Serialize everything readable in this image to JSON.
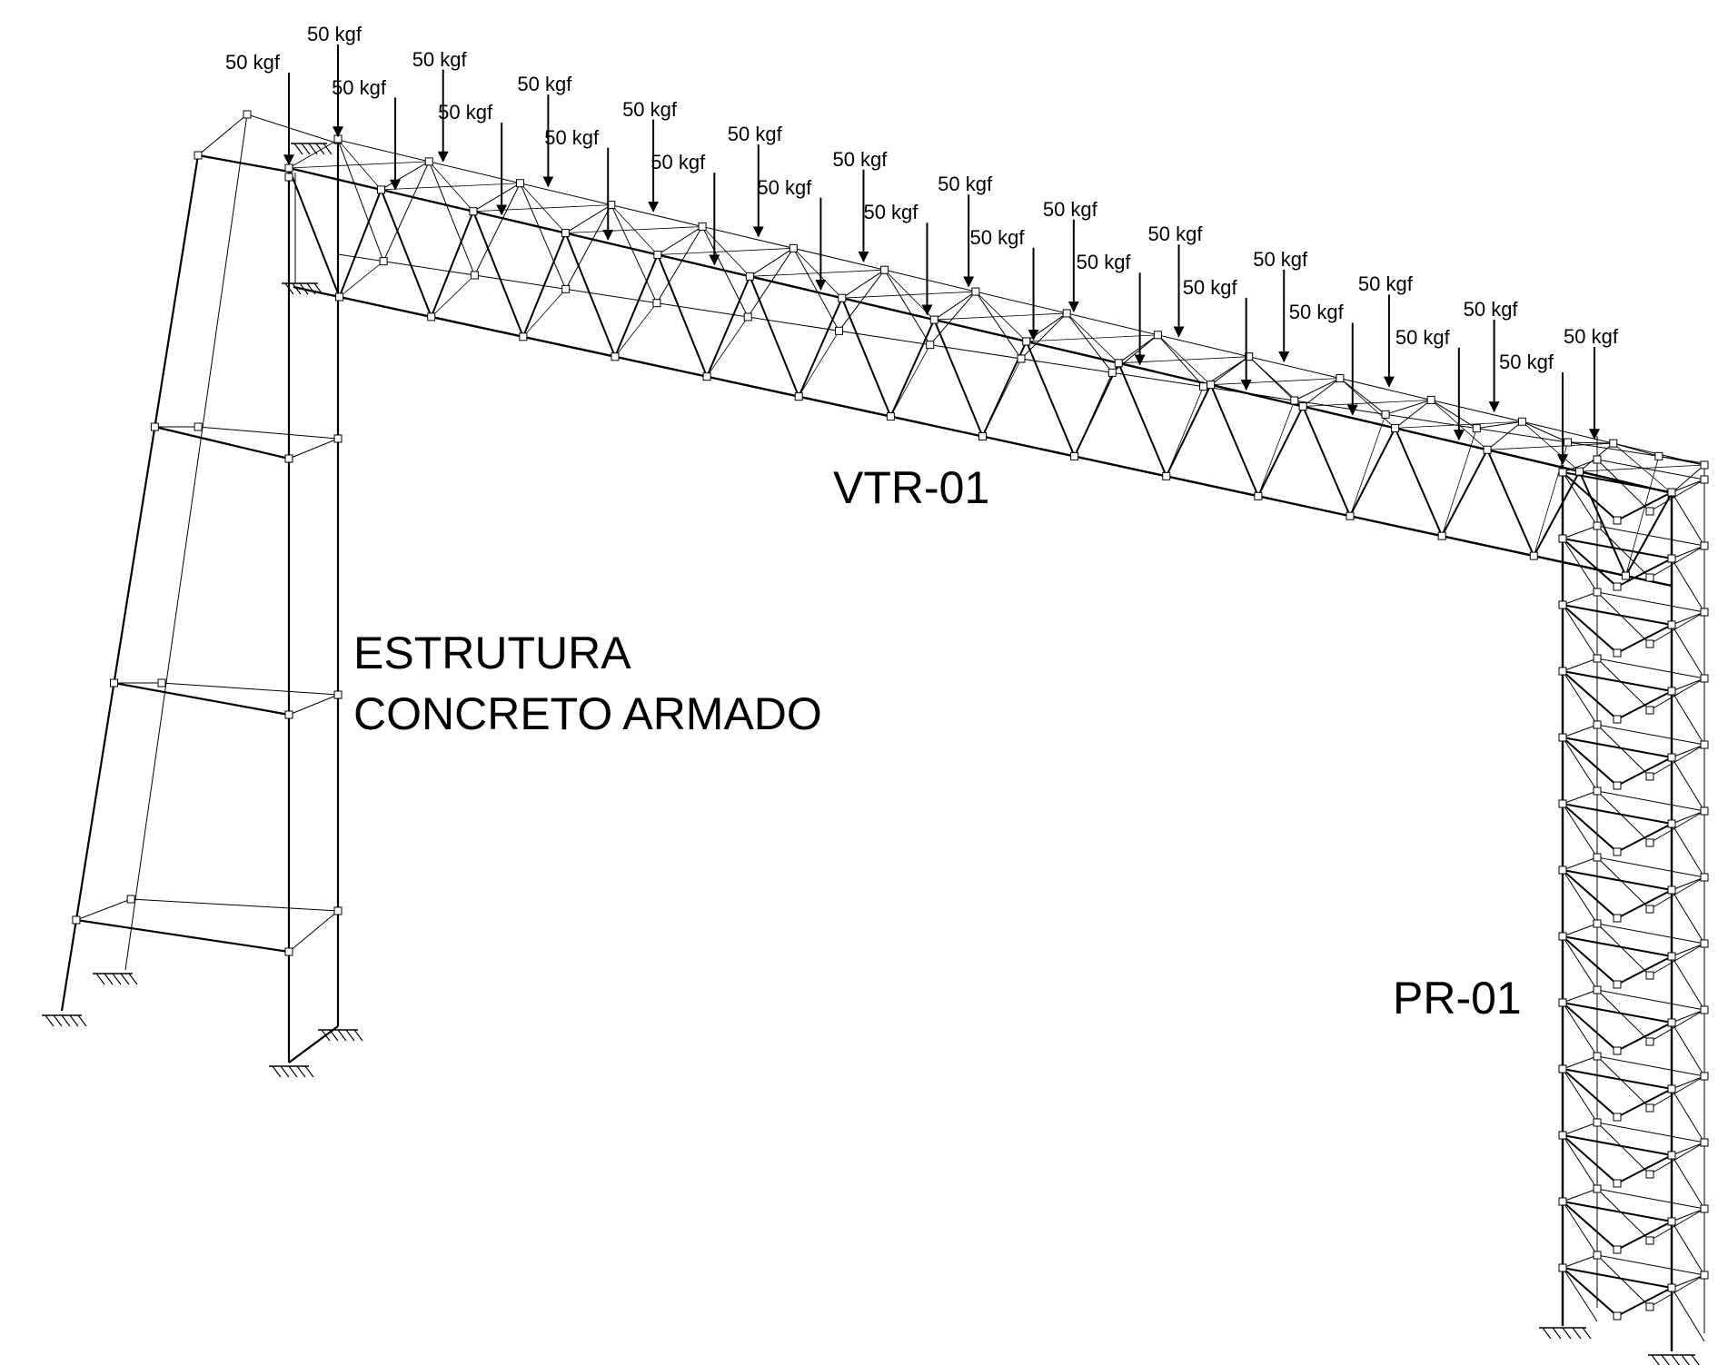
{
  "labels": {
    "truss": "VTR-01",
    "concrete_line1": "ESTRUTURA",
    "concrete_line2": "CONCRETO ARMADO",
    "column": "PR-01"
  },
  "load": {
    "text": "50 kgf",
    "count": 26
  },
  "colors": {
    "line": "#000000",
    "background": "#ffffff"
  }
}
